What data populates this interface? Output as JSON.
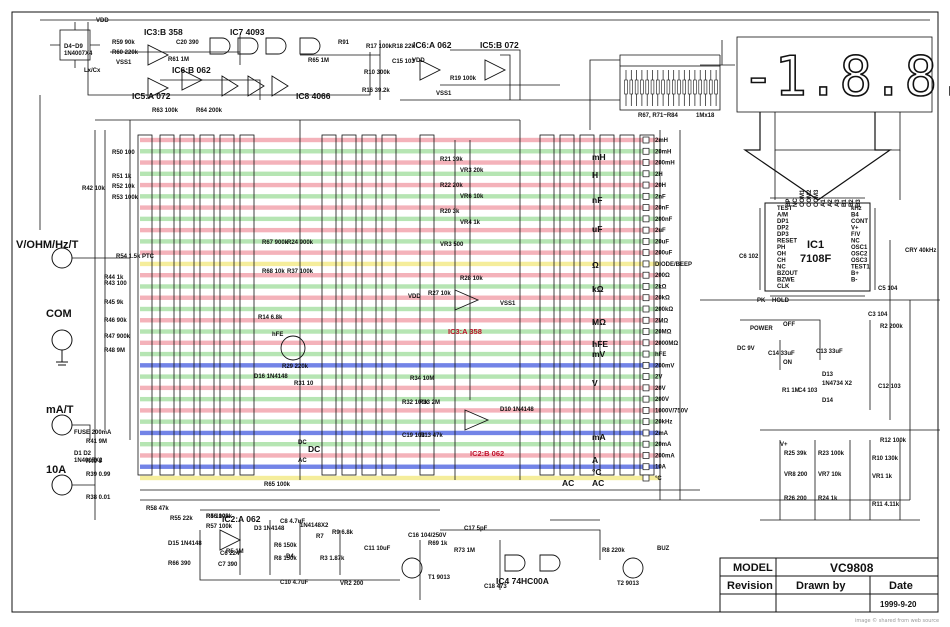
{
  "colors": {
    "background": "#ffffff",
    "wire": "#111111",
    "band_red": "#f2a4ae",
    "band_green": "#a9e0a6",
    "band_blue": "#5b6fe3",
    "band_yellow": "#f3ea8a",
    "label_red": "#c0112b",
    "label_blue": "#1834c8"
  },
  "title_block": {
    "model_label": "MODEL",
    "model_value": "VC9808",
    "revision_label": "Revision",
    "drawn_by_label": "Drawn by",
    "date_label": "Date",
    "date_value": "1999-9-20"
  },
  "lcd_display": {
    "text": "-1.8.8.8",
    "icon": "lcd-segment-display"
  },
  "watermark": "image © shared from web source",
  "terminals": [
    {
      "label": "V/OHM/Hz/T"
    },
    {
      "label": "COM"
    },
    {
      "label": "mA/T"
    },
    {
      "label": "10A"
    }
  ],
  "ic_labels": [
    {
      "id": "ic3b",
      "text": "IC3:B 358"
    },
    {
      "id": "ic7",
      "text": "IC7 4093"
    },
    {
      "id": "ic6a",
      "text": "IC6:A 062"
    },
    {
      "id": "ic5b",
      "text": "IC5:B 072"
    },
    {
      "id": "ic6b",
      "text": "IC6:B 062"
    },
    {
      "id": "ic5a",
      "text": "IC5:A 072"
    },
    {
      "id": "ic8",
      "text": "IC8 4066"
    },
    {
      "id": "ic3a",
      "text": "IC3:A 358"
    },
    {
      "id": "ic2b",
      "text": "IC2:B 062"
    },
    {
      "id": "ic2a",
      "text": "IC2:A 062"
    },
    {
      "id": "ic4",
      "text": "IC4 74HC00A"
    },
    {
      "id": "ic1",
      "text": "IC1"
    },
    {
      "id": "ic1p",
      "text": "7108F"
    }
  ],
  "top_component_labels": [
    "D4~D9",
    "1N4007X4",
    "R59 90k",
    "R60 220k",
    "R61 1M",
    "C20 390",
    "VDD",
    "Lx/Cx",
    "VSS1",
    "R63 100k",
    "R64 200k",
    "R17 100k",
    "R18 22k",
    "C15 103",
    "R10 300k",
    "R19 100k",
    "R16 39.2k",
    "VSS1",
    "VDD",
    "R67, R71~R84",
    "1Mx18",
    "R91",
    "R65 1M"
  ],
  "left_component_labels": [
    "R50 100",
    "R51 1k",
    "R52 10k",
    "R53 100k",
    "R42 10k",
    "R54 1.5k PTC",
    "R44 1k",
    "R43 100",
    "R45 9k",
    "R46 90k",
    "R47 900k",
    "R48 9M",
    "R41 9M",
    "R40 9",
    "R39 0.99",
    "R38 0.01",
    "FUSE 200mA",
    "D1 D2",
    "1N4007X2",
    "R58 47k",
    "R55 22k",
    "R56 100k",
    "R57 100k",
    "R66 390",
    "D15 1N4148"
  ],
  "middle_component_labels": [
    "R67 900k",
    "R24 900k",
    "R68 10k",
    "R37 100k",
    "R14 6.8k",
    "hFE",
    "R29 220k",
    "D16 1N4148",
    "R31 10",
    "R34 10M",
    "R32 100k",
    "R33 2M",
    "C19 103",
    "R13 47k",
    "D10 1N4148",
    "R21 39k",
    "VR3 20k",
    "R22 20k",
    "VR6 10k",
    "R20 3k",
    "VR4 1k",
    "VR3 500",
    "R28 10k",
    "R27 10k",
    "VSS1",
    "VDD",
    "DC",
    "AC",
    "R65 100k",
    "R4 100k",
    "R5 1M",
    "C6 224",
    "C7 390",
    "D3 1N4148",
    "C8 4.7uF",
    "R6 150k",
    "R8 150k",
    "D4",
    "C10 4.7uF",
    "R9 6.8k",
    "R3 1.87k",
    "VR2 200",
    "C11 10uF",
    "1N4148X2",
    "R7",
    "C16 104/250V",
    "T1 9013",
    "R69 1k",
    "R73 1M",
    "C17 5pF",
    "C18 473",
    "R8 220k",
    "T2 9013",
    "BUZ"
  ],
  "range_labels": [
    "2mH",
    "20mH",
    "200mH",
    "2H",
    "20H",
    "2nF",
    "20nF",
    "200nF",
    "2uF",
    "20uF",
    "200uF",
    "DIODE/BEEP",
    "200Ω",
    "2kΩ",
    "20kΩ",
    "200kΩ",
    "2MΩ",
    "20MΩ",
    "2000MΩ",
    "hFE",
    "200mV",
    "2V",
    "20V",
    "200V",
    "1000V/750V",
    "20kHz",
    "2mA",
    "20mA",
    "200mA",
    "10A",
    "°C"
  ],
  "switch_tags": [
    "mH",
    "H",
    "nF",
    "uF",
    "Ω",
    "kΩ",
    "MΩ",
    "hFE",
    "mV",
    "V",
    "mA",
    "A",
    "°C",
    "AC",
    "DC",
    "AC"
  ],
  "ic1_pins_left": [
    "TEST",
    "A/M",
    "DP1",
    "DP2",
    "DP3",
    "RESET",
    "PH",
    "OH",
    "CH",
    "NC",
    "BZOUT",
    "BZWE",
    "CLK"
  ],
  "ic1_pins_right": [
    "kHz",
    "B4",
    "CONT",
    "V+",
    "F/V",
    "NC",
    "OSC1",
    "OSC2",
    "OSC3",
    "TEST1",
    "B+",
    "B-"
  ],
  "ic1_pins_top": [
    "BP",
    "NC",
    "COM1",
    "COM2",
    "COM3",
    "A1",
    "A2",
    "A3",
    "B1",
    "B2",
    "B3"
  ],
  "right_component_labels": [
    "C6 102",
    "PK",
    "HOLD",
    "DC 9V",
    "POWER",
    "OFF",
    "ON",
    "C14 33uF",
    "C13 33uF",
    "C3 104",
    "C5 104",
    "R2 200k",
    "CRY 40kHz",
    "R1 1M",
    "C4 103",
    "D13",
    "1N4734 X2",
    "D14",
    "C12 103",
    "R25 39k",
    "VR8 200",
    "R26 200",
    "R23 100k",
    "VR7 10k",
    "R24 1k",
    "R12 100k",
    "R10 130k",
    "VR1 1k",
    "R11 4.11k",
    "V+"
  ]
}
